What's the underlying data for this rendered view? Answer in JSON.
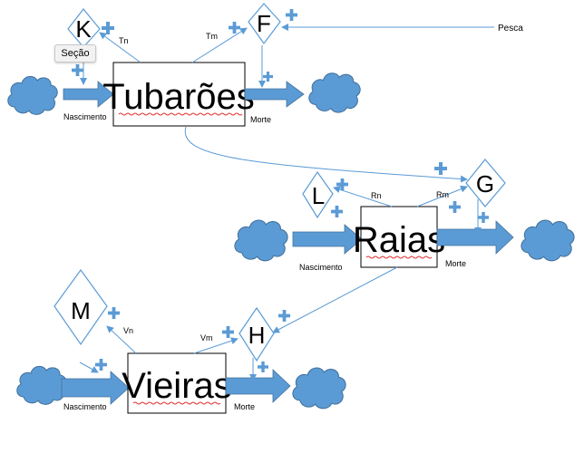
{
  "stocks": {
    "tubaroes": "Tubarões",
    "raias": "Raias",
    "vieiras": "Vieiras"
  },
  "variables": {
    "k": "K",
    "f": "F",
    "l": "L",
    "g": "G",
    "m": "M",
    "h": "H"
  },
  "labels": {
    "tn": "Tn",
    "tm": "Tm",
    "pesca": "Pesca",
    "rn": "Rn",
    "rm": "Rm",
    "vn": "Vn",
    "vm": "Vm"
  },
  "flows": {
    "nascimento_tubaroes": "Nascimento",
    "morte_tubaroes": "Morte",
    "nascimento_raias": "Nascimento",
    "morte_raias": "Morte",
    "nascimento_vieiras": "Nascimento",
    "morte_vieiras": "Morte"
  },
  "tag": {
    "secao": "Seção"
  },
  "icons": {
    "cloud": "cloud-icon",
    "plus": "plus-icon",
    "arrow": "block-arrow-icon"
  },
  "colors": {
    "accent": "#5b9bd5",
    "accent_dark": "#41719c",
    "spellcheck": "#e03030"
  }
}
